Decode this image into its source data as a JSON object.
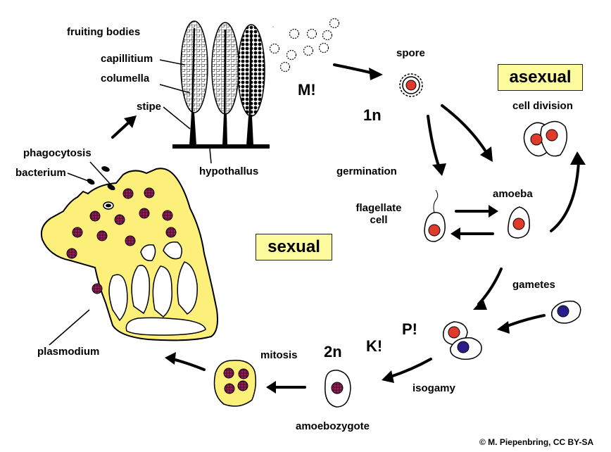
{
  "labels": {
    "fruiting_bodies": "fruiting bodies",
    "capillitium": "capillitium",
    "columella": "columella",
    "stipe": "stipe",
    "hypothallus": "hypothallus",
    "phagocytosis": "phagocytosis",
    "bacterium": "bacterium",
    "plasmodium": "plasmodium",
    "spore": "spore",
    "one_n": "1n",
    "two_n": "2n",
    "meiosis_mark": "M!",
    "plasmogamy_mark": "P!",
    "karyogamy_mark": "K!",
    "germination": "germination",
    "flagellate_cell_1": "flagellate",
    "flagellate_cell_2": "cell",
    "amoeba": "amoeba",
    "cell_division": "cell division",
    "gametes": "gametes",
    "isogamy": "isogamy",
    "amoebozygote": "amoebozygote",
    "mitosis": "mitosis",
    "asexual": "asexual",
    "sexual": "sexual",
    "credit": "© M. Piepenbring, CC BY-SA"
  },
  "colors": {
    "plasmodium_fill": "#fdf07a",
    "box_fill": "#fdfb9e",
    "nucleus_red": "#e03a2a",
    "nucleus_blue": "#2a1c8a",
    "nucleus_magenta": "#9b1f5b"
  }
}
